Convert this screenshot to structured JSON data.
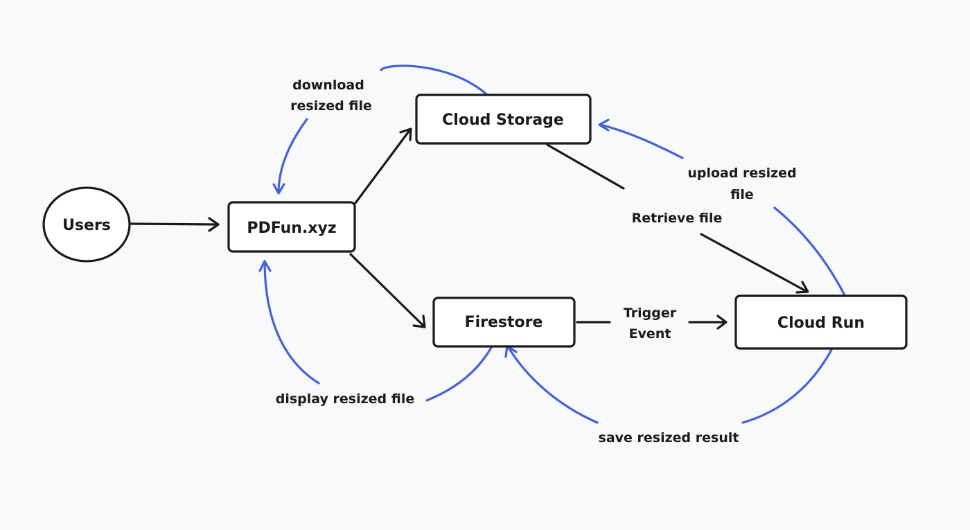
{
  "nodes": {
    "users": "Users",
    "pdfun": "PDFun.xyz",
    "cloud_storage": "Cloud Storage",
    "firestore": "Firestore",
    "cloud_run": "Cloud Run"
  },
  "edge_labels": {
    "download": [
      "download",
      "resized file"
    ],
    "upload": [
      "upload resized",
      "file"
    ],
    "retrieve": [
      "Retrieve file"
    ],
    "trigger": [
      "Trigger",
      "Event"
    ],
    "display": [
      "display resized file"
    ],
    "save": [
      "save resized result"
    ]
  },
  "colors": {
    "flow_arrow": "#1a1a1a",
    "feedback_arrow": "#4461d8",
    "node_border": "#1a1a1a",
    "background": "#f8f9fb"
  }
}
